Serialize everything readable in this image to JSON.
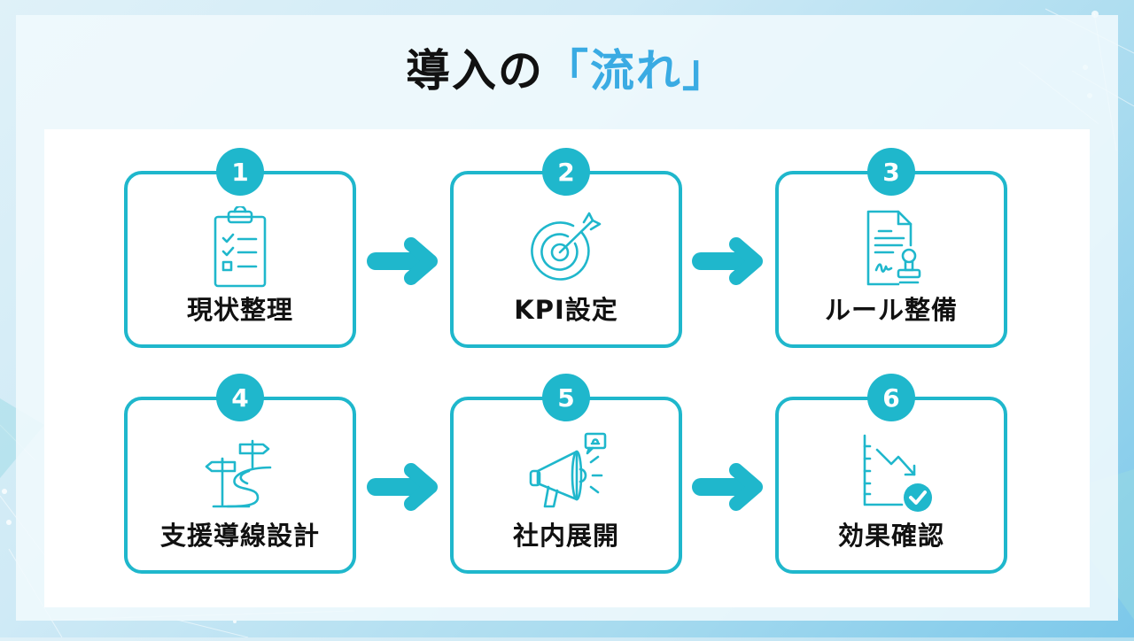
{
  "title": {
    "prefix": "導入の",
    "accent": "「流れ」"
  },
  "colors": {
    "accent_teal": "#1fb7cc",
    "title_accent_blue": "#3aabe3",
    "text": "#111111"
  },
  "steps": [
    {
      "number": "1",
      "label": "現状整理",
      "icon": "clipboard-checklist-icon"
    },
    {
      "number": "2",
      "label": "KPI設定",
      "icon": "target-arrow-icon"
    },
    {
      "number": "3",
      "label": "ルール整備",
      "icon": "document-stamp-icon"
    },
    {
      "number": "4",
      "label": "支援導線設計",
      "icon": "signpost-road-icon"
    },
    {
      "number": "5",
      "label": "社内展開",
      "icon": "megaphone-icon"
    },
    {
      "number": "6",
      "label": "効果確認",
      "icon": "chart-down-check-icon"
    }
  ]
}
